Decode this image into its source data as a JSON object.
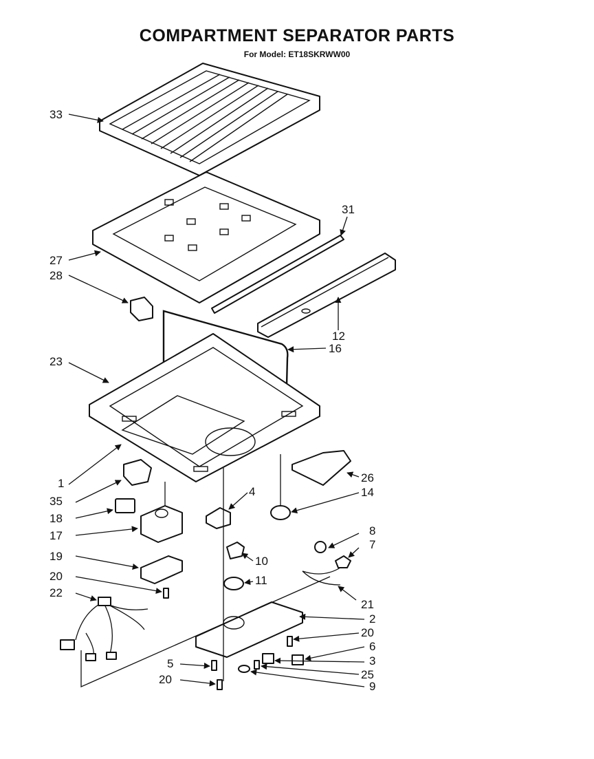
{
  "header": {
    "title": "COMPARTMENT SEPARATOR PARTS",
    "model": "For Model: ET18SKRWW00"
  },
  "callouts": [
    "33",
    "31",
    "27",
    "28",
    "12",
    "16",
    "23",
    "1",
    "26",
    "35",
    "14",
    "4",
    "18",
    "17",
    "8",
    "7",
    "19",
    "10",
    "11",
    "20",
    "22",
    "21",
    "2",
    "20",
    "6",
    "5",
    "3",
    "25",
    "20",
    "9"
  ]
}
